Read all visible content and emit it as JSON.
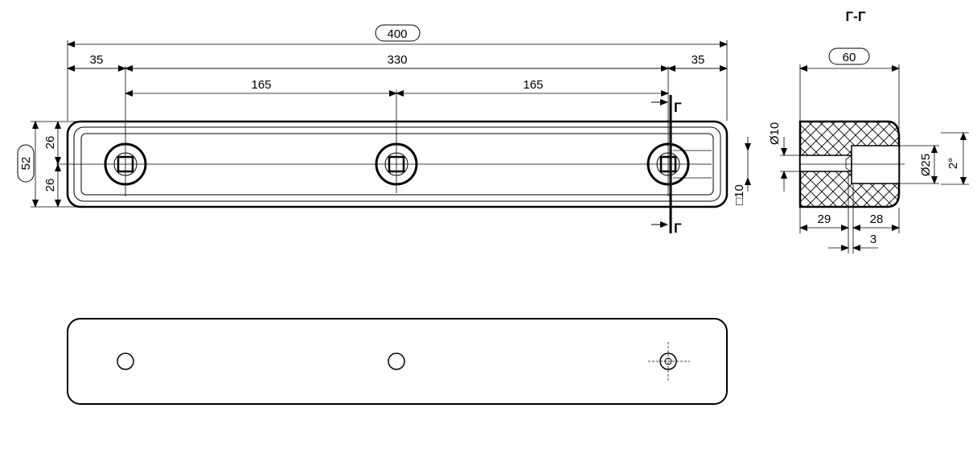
{
  "colors": {
    "ink": "#000000",
    "paper": "#ffffff"
  },
  "section_label": "Г-Г",
  "section_mark": "Г",
  "plan_view": {
    "overall_length": "400",
    "end_offset_left": "35",
    "hole_span": "330",
    "end_offset_right": "35",
    "half_span_left": "165",
    "half_span_right": "165",
    "overall_width": "52",
    "half_width_top": "26",
    "half_width_bottom": "26",
    "square_hole": "□10"
  },
  "section_view": {
    "height": "60",
    "hole_diameter": "Ø10",
    "counterbore_diameter": "Ø25",
    "taper_angle": "2°",
    "left_length": "29",
    "right_length": "28",
    "gap": "3"
  }
}
